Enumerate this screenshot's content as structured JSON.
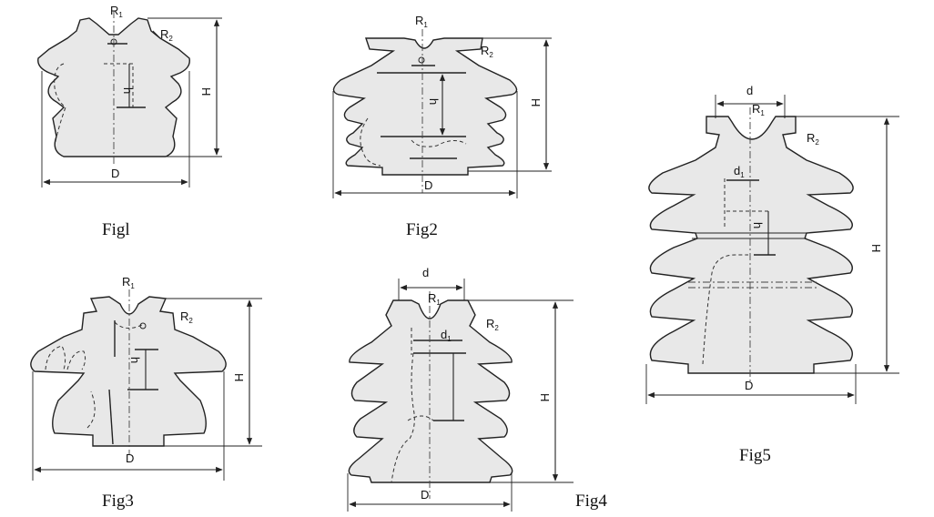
{
  "figures": [
    {
      "caption": "Figl",
      "D": "D",
      "H": "H",
      "h": "h",
      "R1": "R",
      "R1_sub": "1",
      "R2": "R",
      "R2_sub": "2"
    },
    {
      "caption": "Fig2",
      "D": "D",
      "H": "H",
      "h": "h",
      "R1": "R",
      "R1_sub": "1",
      "R2": "R",
      "R2_sub": "2"
    },
    {
      "caption": "Fig3",
      "D": "D",
      "H": "H",
      "h": "h",
      "R1": "R",
      "R1_sub": "1",
      "R2": "R",
      "R2_sub": "2"
    },
    {
      "caption": "Fig4",
      "D": "D",
      "H": "H",
      "d": "d",
      "d1": "d",
      "d1_sub": "1",
      "R1": "R",
      "R1_sub": "1",
      "R2": "R",
      "R2_sub": "2"
    },
    {
      "caption": "Fig5",
      "D": "D",
      "H": "H",
      "h": "h",
      "d": "d",
      "d1": "d",
      "d1_sub": "1",
      "R1": "R",
      "R1_sub": "1",
      "R2": "R",
      "R2_sub": "2"
    }
  ]
}
